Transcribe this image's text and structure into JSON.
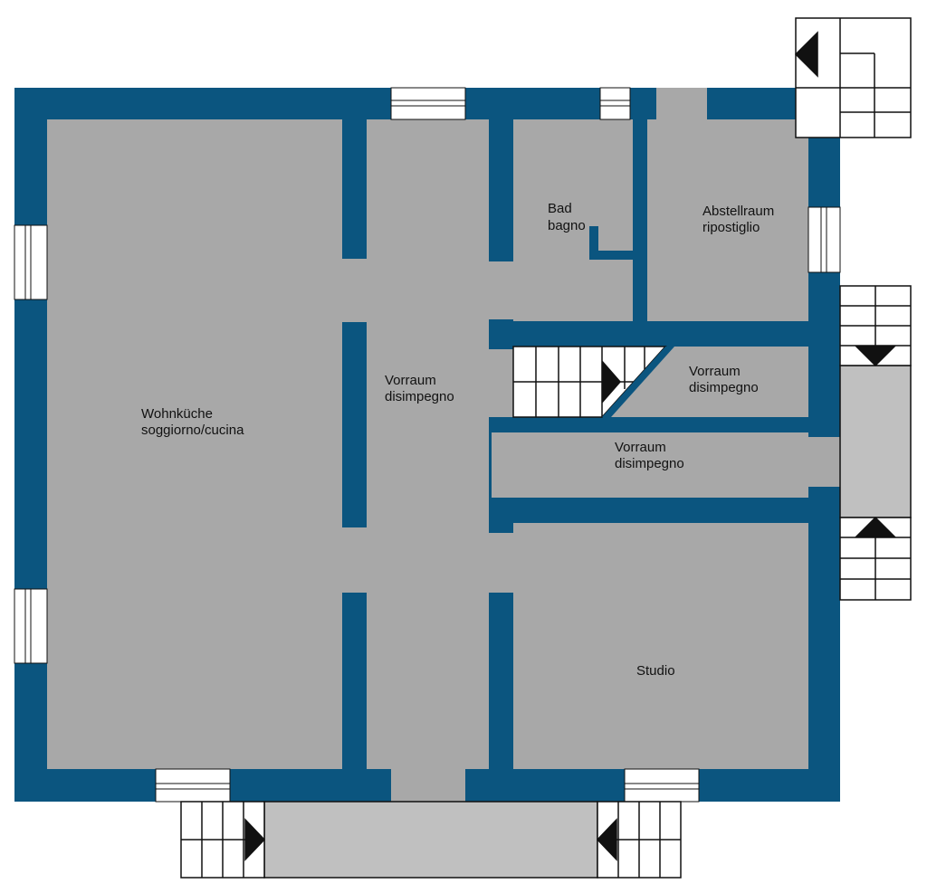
{
  "colors": {
    "wall": "#0b557f",
    "floor": "#a8a8a8",
    "outdoor": "#c0c0c0",
    "stair_line": "#111111",
    "background": "#ffffff"
  },
  "rooms": {
    "wohnkueche": {
      "line1": "Wohnküche",
      "line2": "soggiorno/cucina"
    },
    "bad": {
      "line1": "Bad",
      "line2": "bagno"
    },
    "abstellraum": {
      "line1": "Abstellraum",
      "line2": "ripostiglio"
    },
    "vorraum_main": {
      "line1": "Vorraum",
      "line2": "disimpegno"
    },
    "vorraum_stair": {
      "line1": "Vorraum",
      "line2": "disimpegno"
    },
    "vorraum_lower": {
      "line1": "Vorraum",
      "line2": "disimpegno"
    },
    "studio": {
      "line1": "Studio"
    }
  },
  "icons": [
    "stair-arrow-icon",
    "window-symbol-icon",
    "door-opening-icon"
  ]
}
